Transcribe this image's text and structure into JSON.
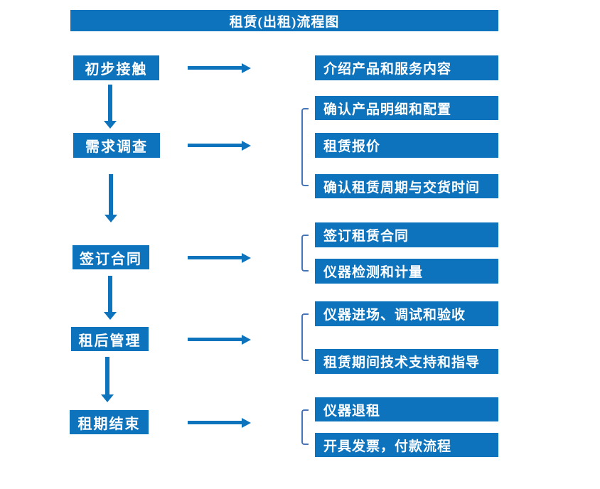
{
  "title": "租赁(出租)流程图",
  "colors": {
    "primary": "#0d73bd",
    "bracket": "#4576b9",
    "text_on_primary": "#ffffff",
    "background": "#ffffff"
  },
  "flow": {
    "steps": [
      {
        "label": "初步接触",
        "outputs": [
          "介绍产品和服务内容"
        ]
      },
      {
        "label": "需求调查",
        "outputs": [
          "确认产品明细和配置",
          "租赁报价",
          "确认租赁周期与交货时间"
        ]
      },
      {
        "label": "签订合同",
        "outputs": [
          "签订租赁合同",
          "仪器检测和计量"
        ]
      },
      {
        "label": "租后管理",
        "outputs": [
          "仪器进场、调试和验收",
          "租赁期间技术支持和指导"
        ]
      },
      {
        "label": "租期结束",
        "outputs": [
          "仪器退租",
          "开具发票，付款流程"
        ]
      }
    ]
  }
}
